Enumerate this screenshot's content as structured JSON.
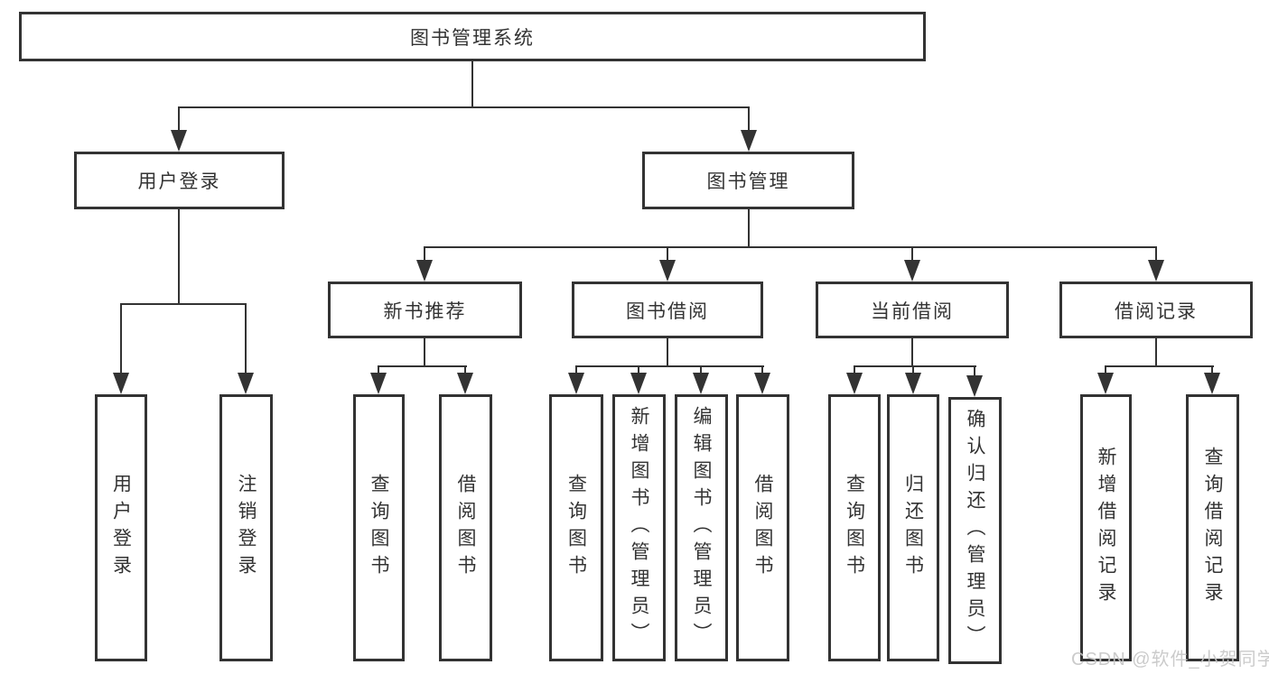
{
  "diagram": {
    "root": {
      "label": "图书管理系统"
    },
    "branches": [
      {
        "label": "用户登录",
        "leaves": [
          {
            "label": "用户登录"
          },
          {
            "label": "注销登录"
          }
        ]
      },
      {
        "label": "图书管理",
        "groups": [
          {
            "label": "新书推荐",
            "leaves": [
              {
                "label": "查询图书"
              },
              {
                "label": "借阅图书"
              }
            ]
          },
          {
            "label": "图书借阅",
            "leaves": [
              {
                "label": "查询图书"
              },
              {
                "label": "新增图书（管理员）"
              },
              {
                "label": "编辑图书（管理员）"
              },
              {
                "label": "借阅图书"
              }
            ]
          },
          {
            "label": "当前借阅",
            "leaves": [
              {
                "label": "查询图书"
              },
              {
                "label": "归还图书"
              },
              {
                "label": "确认归还（管理员）"
              }
            ]
          },
          {
            "label": "借阅记录",
            "leaves": [
              {
                "label": "新增借阅记录"
              },
              {
                "label": "查询借阅记录"
              }
            ]
          }
        ]
      }
    ]
  },
  "watermark": {
    "text": "CSDN @软件_小贺同学"
  },
  "colors": {
    "line": "#333333",
    "box_border": "#333333",
    "text": "#333333",
    "background": "#ffffff",
    "watermark": "#c6c6c6"
  }
}
